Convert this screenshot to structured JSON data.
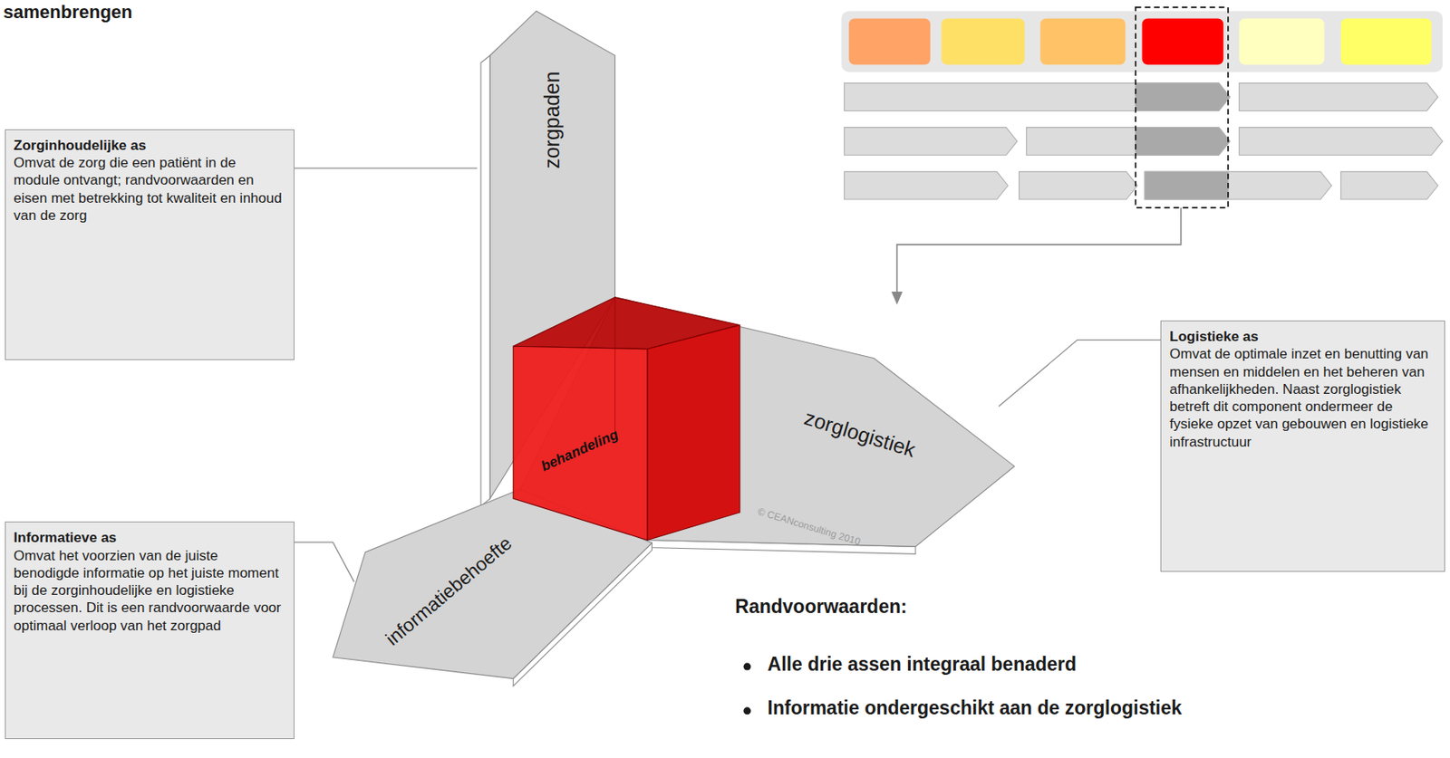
{
  "diagram": {
    "title": "samenbrengen",
    "nodes": [
      {
        "text": [
          "Zorginhoudelijke as",
          "Omvat de zorg die een patiënt in de module ontvangt; randvoorwaarden en eisen met betrekking tot kwaliteit en inhoud van de zorg"
        ]
      },
      {
        "text": [
          "zorgpaden"
        ]
      },
      {
        "text": [
          "behandeling"
        ]
      },
      {
        "text": [
          "zorglogistiek"
        ]
      },
      {
        "text": [
          "Logistieke as",
          "Omvat de optimale inzet en benutting van mensen en middelen en het beheren van afhankelijkheden. Naast zorglogistiek betreft dit component ondermeer de fysieke opzet van gebouwen en logistieke infrastructuur"
        ]
      },
      {
        "text": [
          "Informatieve as",
          "Omvat het voorzien van de juiste benodigde informatie op het juiste moment bij de zorginhoudelijke en logistieke processen. Dit is een randvoorwaarde voor optimaal verloop van het zorgpad"
        ]
      },
      {
        "text": [
          "informatiebehoefte"
        ]
      }
    ],
    "edges": [
      {
        "from": 0,
        "to": 1,
        "arrow": "none"
      },
      {
        "from": 4,
        "to": 3,
        "arrow": "none"
      },
      {
        "from": 5,
        "to": 6,
        "arrow": "none"
      }
    ],
    "labels": [
      "© CEANconsulting 2010",
      "Randvoorwaarden:",
      "Alle drie assen integraal benaderd",
      "Informatie ondergeschikt aan de zorglogistiek"
    ]
  }
}
